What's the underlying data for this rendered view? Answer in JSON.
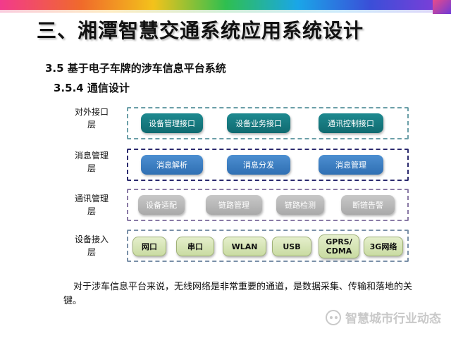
{
  "header": {
    "title": "三、湘潭智慧交通系统应用系统设计",
    "subtitle": "3.5 基于电子车牌的涉车信息平台系统",
    "subsubtitle": "3.5.4 通信设计"
  },
  "diagram": {
    "layers": [
      {
        "label_line1": "对外接口",
        "label_line2": "层",
        "items": [
          "设备管理接口",
          "设备业务接口",
          "通讯控制接口"
        ]
      },
      {
        "label_line1": "消息管理",
        "label_line2": "层",
        "items": [
          "消息解析",
          "消息分发",
          "消息管理"
        ]
      },
      {
        "label_line1": "通讯管理",
        "label_line2": "层",
        "items": [
          "设备适配",
          "链路管理",
          "链路检测",
          "断链告警"
        ]
      },
      {
        "label_line1": "设备接入",
        "label_line2": "层",
        "items": [
          "网口",
          "串口",
          "WLAN",
          "USB",
          "GPRS/",
          "CDMA",
          "3G网络"
        ]
      }
    ]
  },
  "body_text": "对于涉车信息平台来说，无线网络是非常重要的通道，是数据采集、传输和落地的关键。",
  "watermark": "智慧城市行业动态",
  "colors": {
    "accent_teal": "#106a70",
    "accent_blue": "#2f6fb3",
    "accent_gray": "#a9a9a9",
    "accent_green": "#c9dba2"
  }
}
